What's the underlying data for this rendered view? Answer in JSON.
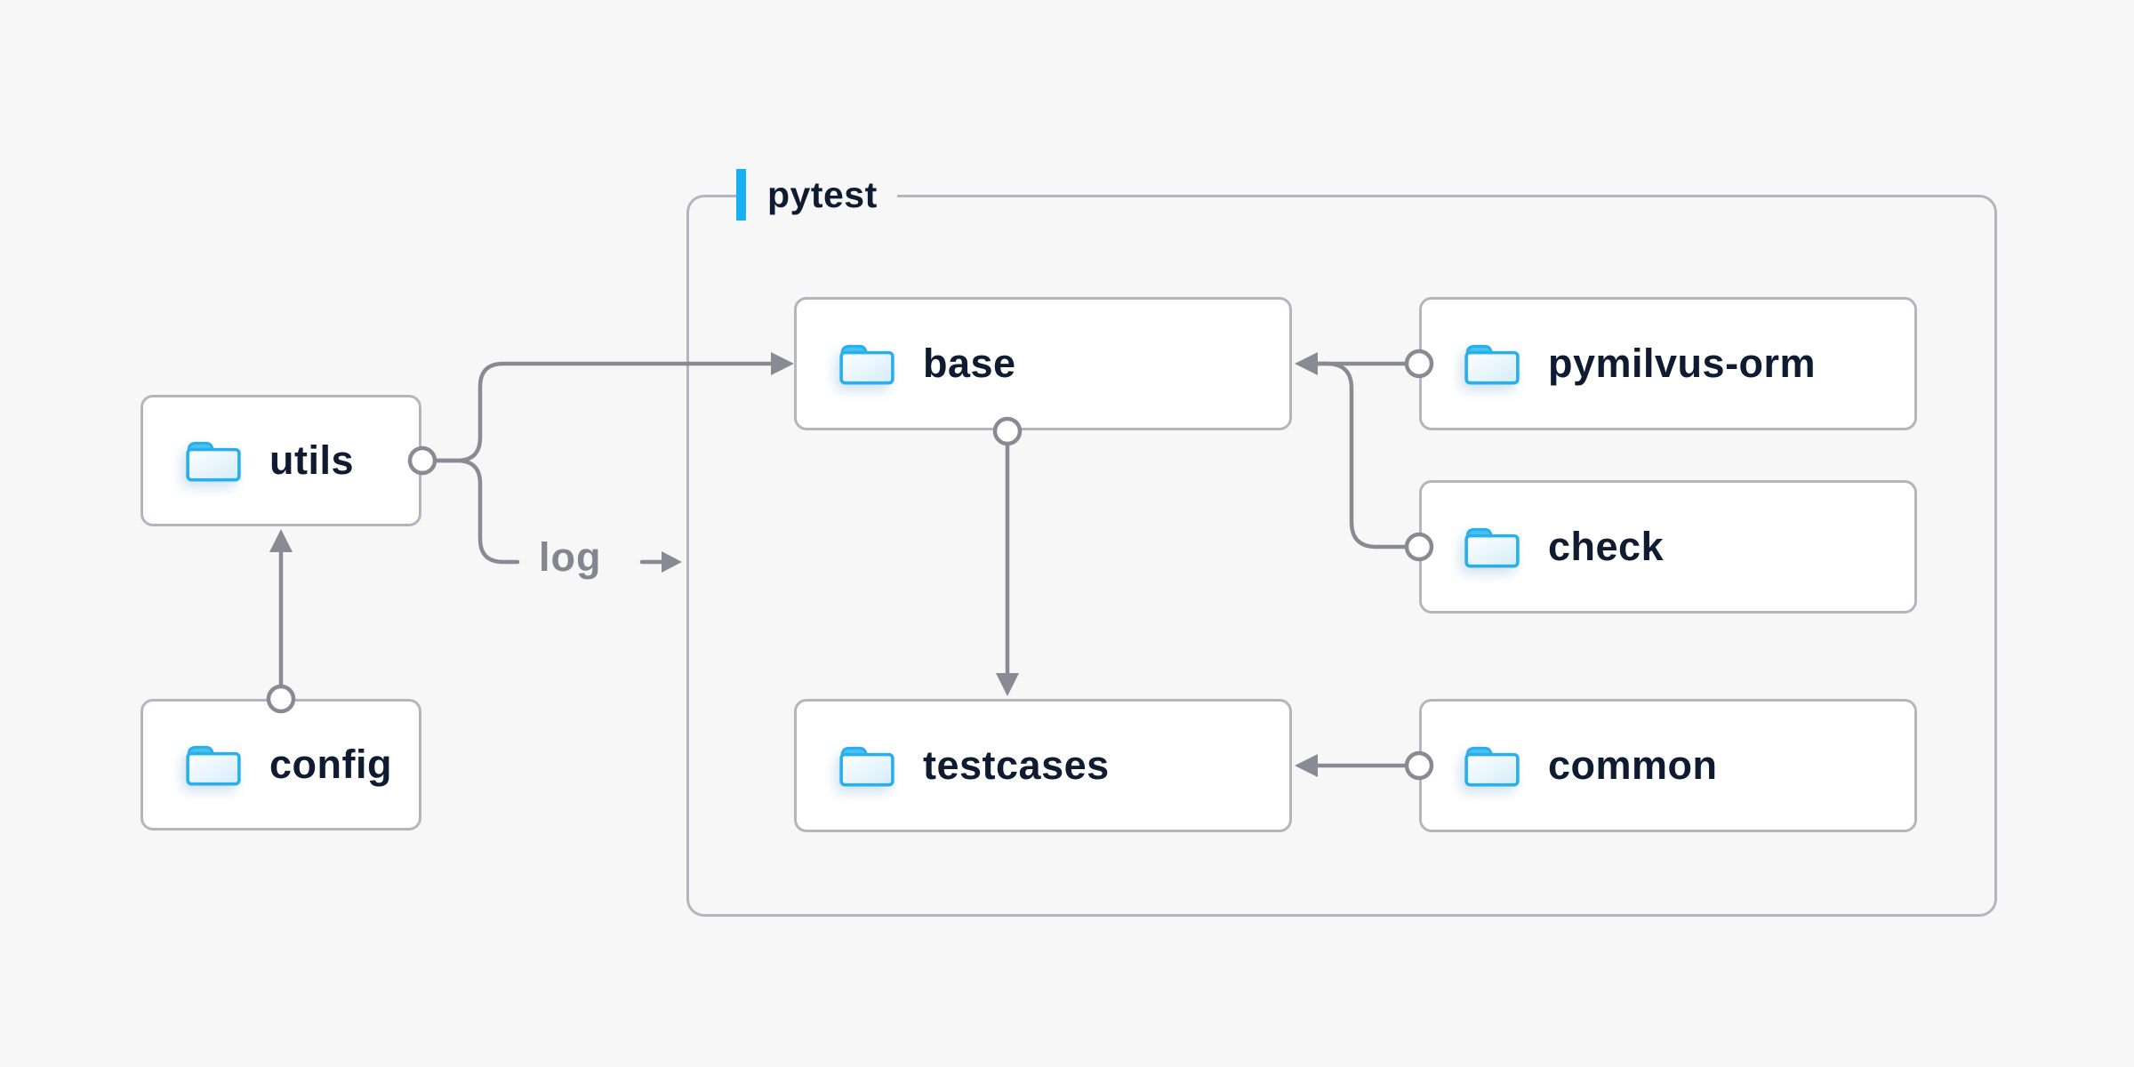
{
  "page": {
    "background": "#f7f7f8"
  },
  "diagram": {
    "group": {
      "label": "pytest",
      "accent_color": "#15b1f0"
    },
    "nodes": {
      "utils": {
        "label": "utils",
        "icon": "folder-icon"
      },
      "config": {
        "label": "config",
        "icon": "folder-icon"
      },
      "base": {
        "label": "base",
        "icon": "folder-icon"
      },
      "pymilvus_orm": {
        "label": "pymilvus-orm",
        "icon": "folder-icon"
      },
      "check": {
        "label": "check",
        "icon": "folder-icon"
      },
      "testcases": {
        "label": "testcases",
        "icon": "folder-icon"
      },
      "common": {
        "label": "common",
        "icon": "folder-icon"
      }
    },
    "edges": [
      {
        "from": "config",
        "to": "utils",
        "style": "arrow"
      },
      {
        "from": "utils",
        "to": "base",
        "style": "arrow"
      },
      {
        "from": "utils",
        "to": "pytest-group",
        "label": "log",
        "style": "labeled-arrow"
      },
      {
        "from": "base",
        "to": "testcases",
        "style": "arrow"
      },
      {
        "from": "pymilvus-orm",
        "to": "base",
        "style": "arrow"
      },
      {
        "from": "check",
        "to": "base",
        "style": "arrow"
      },
      {
        "from": "common",
        "to": "testcases",
        "style": "arrow"
      }
    ],
    "log_label": "log",
    "colors": {
      "line": "#8a8a94",
      "box_border": "#b5b5bf",
      "box_bg": "#ffffff",
      "text": "#0e1b31",
      "folder_blue": "#29b0ec",
      "label_gray": "#85858f",
      "accent_blue": "#15b1f0"
    }
  }
}
